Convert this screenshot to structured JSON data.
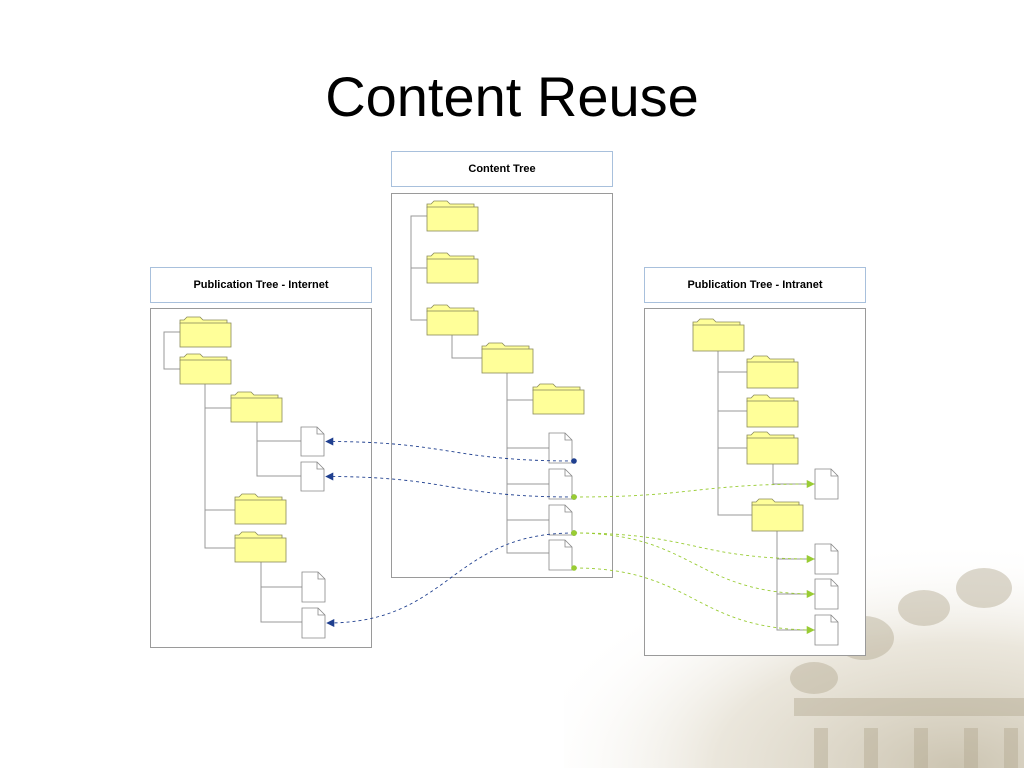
{
  "slide": {
    "title": "Content Reuse"
  },
  "trees": {
    "content": {
      "label": "Content Tree"
    },
    "internet": {
      "label": "Publication Tree - Internet"
    },
    "intranet": {
      "label": "Publication Tree - Intranet"
    }
  },
  "colors": {
    "folder_fill": "#ffff99",
    "folder_stroke": "#8a8a5a",
    "file_stroke": "#888888",
    "connector": "#999999",
    "link_internet": "#1f3f8f",
    "link_intranet": "#99cc33",
    "panel_border": "#9a9a9a",
    "label_border": "#a8c0dc"
  },
  "icons": {
    "folder": "folder-icon",
    "file": "document-icon"
  },
  "links": [
    {
      "from": "content-file-1",
      "to": "internet-file-1",
      "publication": "internet"
    },
    {
      "from": "content-file-2",
      "to": "internet-file-2",
      "publication": "internet"
    },
    {
      "from": "content-file-2",
      "to": "intranet-file-1",
      "publication": "intranet"
    },
    {
      "from": "content-file-3",
      "to": "internet-file-4",
      "publication": "internet"
    },
    {
      "from": "content-file-3",
      "to": "intranet-file-2",
      "publication": "intranet"
    },
    {
      "from": "content-file-3",
      "to": "intranet-file-3",
      "publication": "intranet"
    },
    {
      "from": "content-file-4",
      "to": "intranet-file-4",
      "publication": "intranet"
    }
  ]
}
